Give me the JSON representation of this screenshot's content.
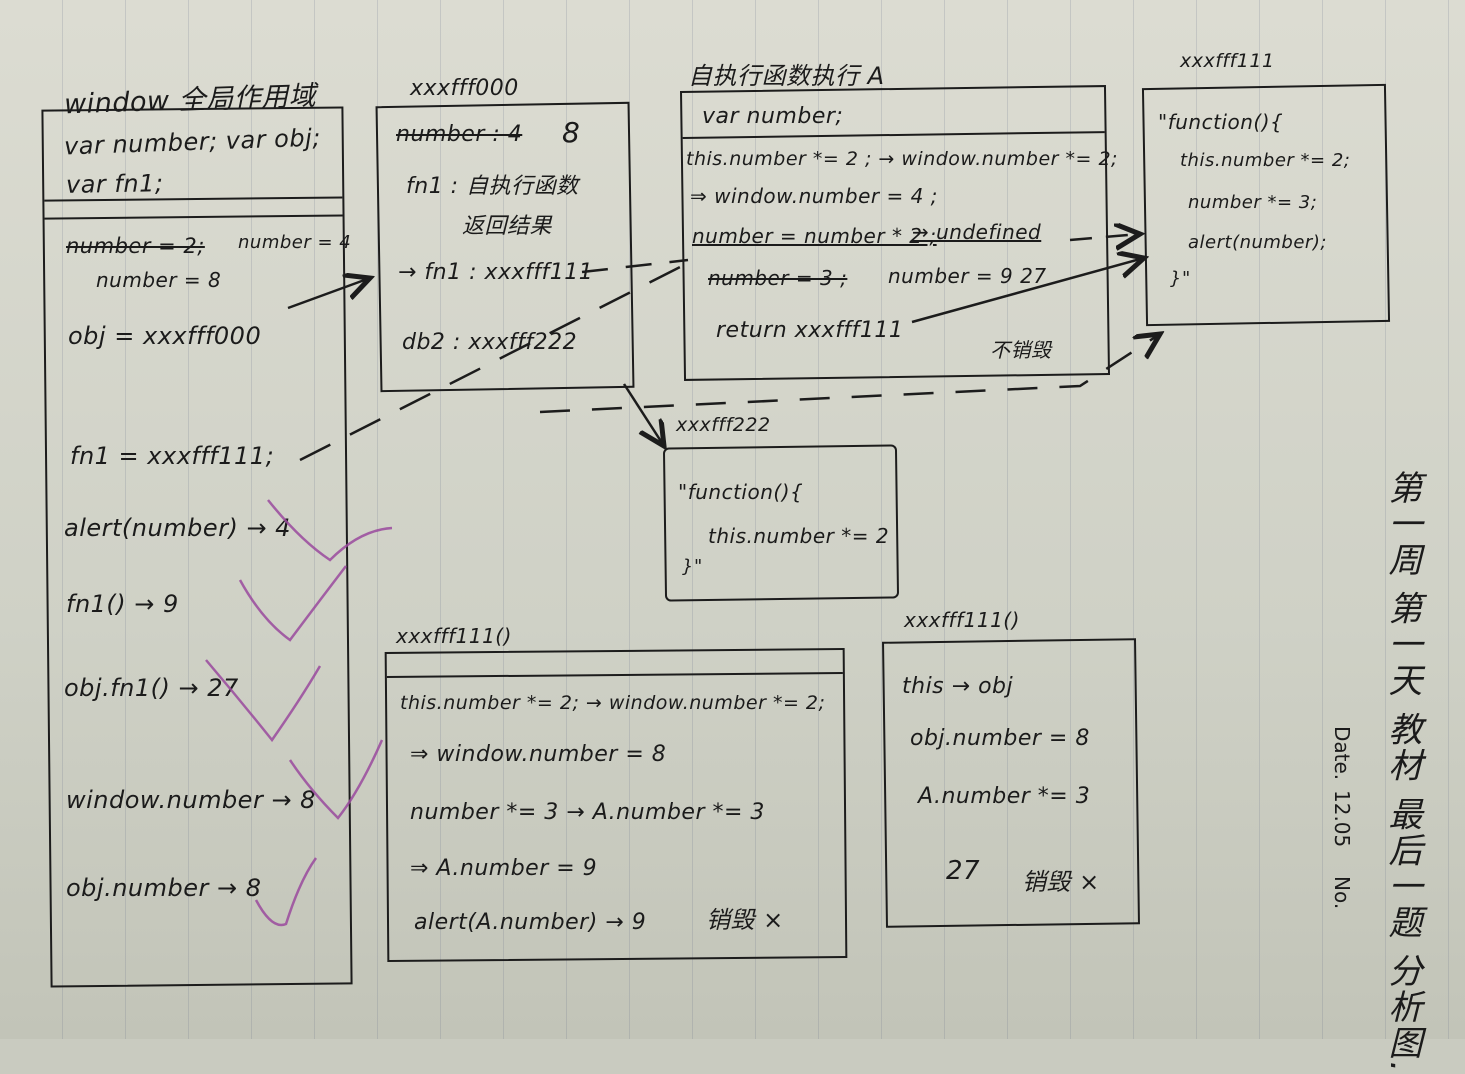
{
  "global_scope": {
    "title": "window 全局作用域",
    "decl_line1": "var number; var obj;",
    "decl_line2": "var fn1;",
    "number_assign": "number = 2;",
    "number_assign2": "number = 4",
    "number_final": "number = 8",
    "obj_assign": "obj = xxxfff000",
    "fn1_assign": "fn1 = xxxfff111;",
    "out1": "alert(number) → 4",
    "out2": "fn1() → 9",
    "out3": "obj.fn1() → 27",
    "out4": "window.number → 8",
    "out5": "obj.number → 8"
  },
  "heap_000": {
    "label": "xxxfff000",
    "line1_struck": "number : 4",
    "line1_value": "8",
    "line2": "fn1 : 自执行函数",
    "line3": "返回结果",
    "line4": "→ fn1 : xxxfff111",
    "line5": "db2 : xxxfff222"
  },
  "exec_A": {
    "label": "自执行函数执行 A",
    "decl": "var number;",
    "l1": "this.number *= 2 ; → window.number *= 2;",
    "l2": "⇒ window.number = 4 ;",
    "l3a": "number = number * 2 ;",
    "l3b": "→ undefined",
    "l4_struck": "number = 3 ;",
    "l4b": "number = 9 27",
    "l5": "return xxxfff111",
    "note": "不销毁"
  },
  "heap_111": {
    "label": "xxxfff111",
    "l1": "\"function(){",
    "l2": "this.number *= 2;",
    "l3": "number *= 3;",
    "l4": "alert(number);",
    "l5": "}\""
  },
  "heap_222": {
    "label": "xxxfff222",
    "l1": "\"function(){",
    "l2": "this.number *= 2",
    "l3": "}\""
  },
  "exec_111_a": {
    "label": "xxxfff111()",
    "l1": "this.number *= 2; → window.number *= 2;",
    "l2": "⇒ window.number = 8",
    "l3": "number *= 3 → A.number *= 3",
    "l4": "⇒ A.number = 9",
    "l5": "alert(A.number) → 9",
    "note": "销毁 ×"
  },
  "exec_111_b": {
    "label": "xxxfff111()",
    "l1": "this → obj",
    "l2": "obj.number = 8",
    "l3": "A.number *= 3",
    "l4": "27",
    "note": "销毁 ×"
  },
  "side": {
    "title": "第一周 第一天 教材 最后一题 分析图.",
    "date_label": "Date.",
    "date": "12.05",
    "no_label": "No."
  }
}
